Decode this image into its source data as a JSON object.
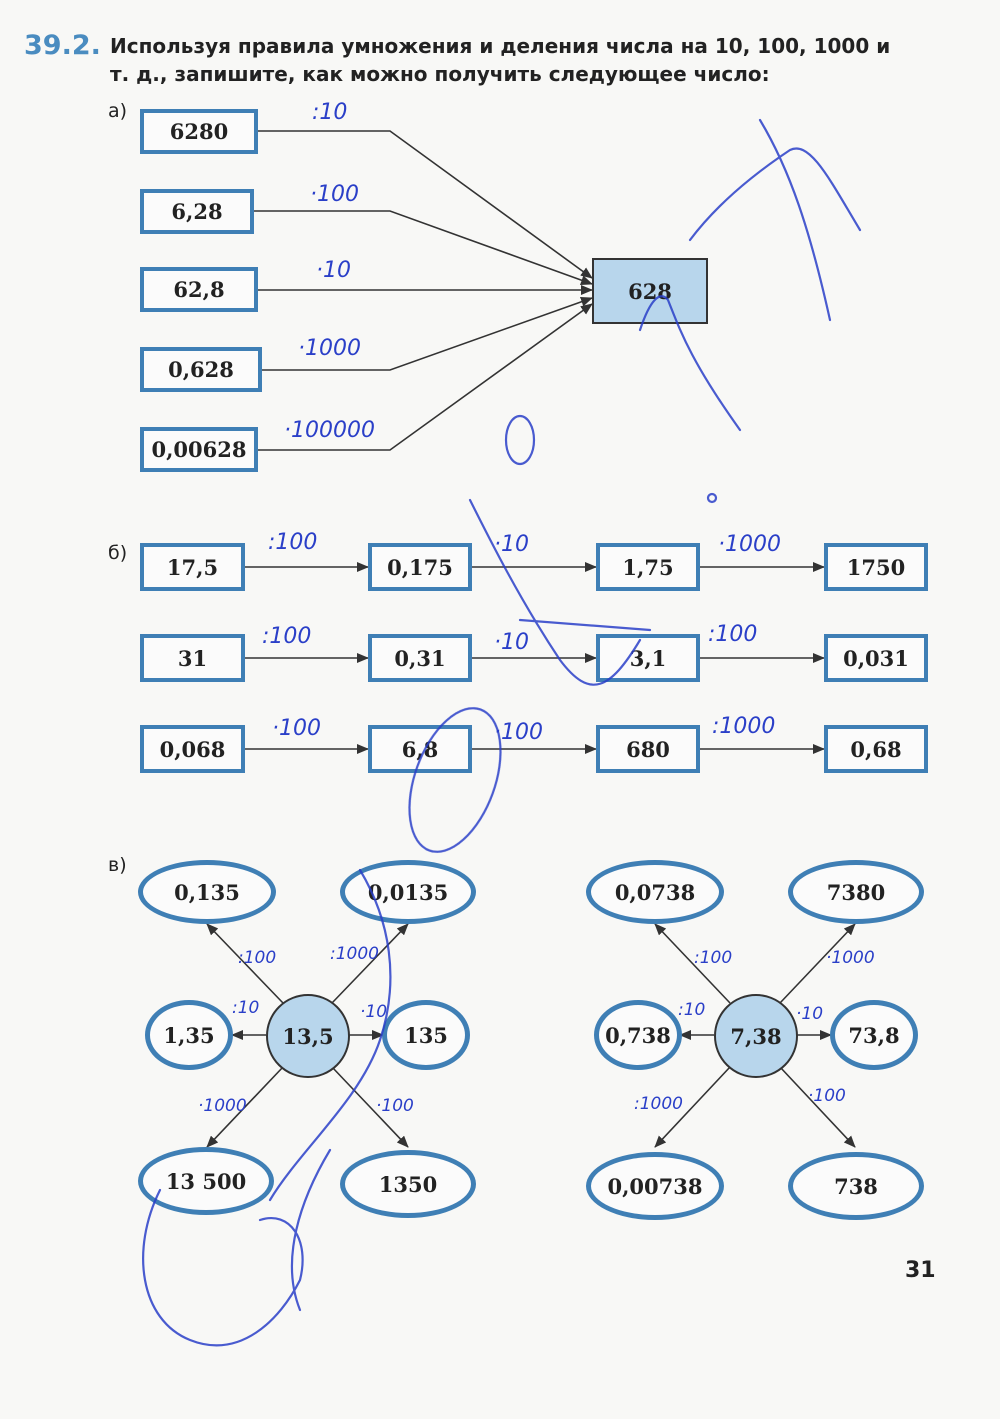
{
  "task": {
    "number": "39.2.",
    "instruction_line1": "Используя правила умножения и деления числа на 10, 100, 1000 и",
    "instruction_line2": "т. д., запишите, как можно получить следующее число:"
  },
  "part_a": {
    "label": "а)",
    "sources": [
      "6280",
      "6,28",
      "62,8",
      "0,628",
      "0,00628"
    ],
    "target": "628",
    "operations": [
      ":10",
      "·100",
      "·10",
      "·1000",
      "·100000"
    ]
  },
  "part_b": {
    "label": "б)",
    "rows": [
      {
        "values": [
          "17,5",
          "0,175",
          "1,75",
          "1750"
        ],
        "operations": [
          ":100",
          "·10",
          "·1000"
        ]
      },
      {
        "values": [
          "31",
          "0,31",
          "3,1",
          "0,031"
        ],
        "operations": [
          ":100",
          "·10",
          ":100"
        ]
      },
      {
        "values": [
          "0,068",
          "6,8",
          "680",
          "0,68"
        ],
        "operations": [
          "·100",
          "·100",
          ":1000"
        ]
      }
    ]
  },
  "part_c": {
    "label": "в)",
    "left": {
      "center": "13,5",
      "top_left": "0,135",
      "top_right": "0,0135",
      "left": "1,35",
      "right": "135",
      "bottom_left": "13 500",
      "bottom_right": "1350",
      "op_top_left": ":100",
      "op_top_right": ":1000",
      "op_left": ":10",
      "op_right": "·10",
      "op_bottom_left": "·1000",
      "op_bottom_right": "·100"
    },
    "right": {
      "center": "7,38",
      "top_left": "0,0738",
      "top_right": "7380",
      "left": "0,738",
      "right": "73,8",
      "bottom_left": "0,00738",
      "bottom_right": "738",
      "op_top_left": ":100",
      "op_top_right": "·1000",
      "op_left": ":10",
      "op_right": "·10",
      "op_bottom_left": ":1000",
      "op_bottom_right": "·100"
    }
  },
  "page_number": "31",
  "colors": {
    "frame_blue": "#3f7fb5",
    "fill_blue": "#b8d6ec",
    "ink": "#2a3fc8",
    "heading_blue": "#4a8cc0"
  }
}
